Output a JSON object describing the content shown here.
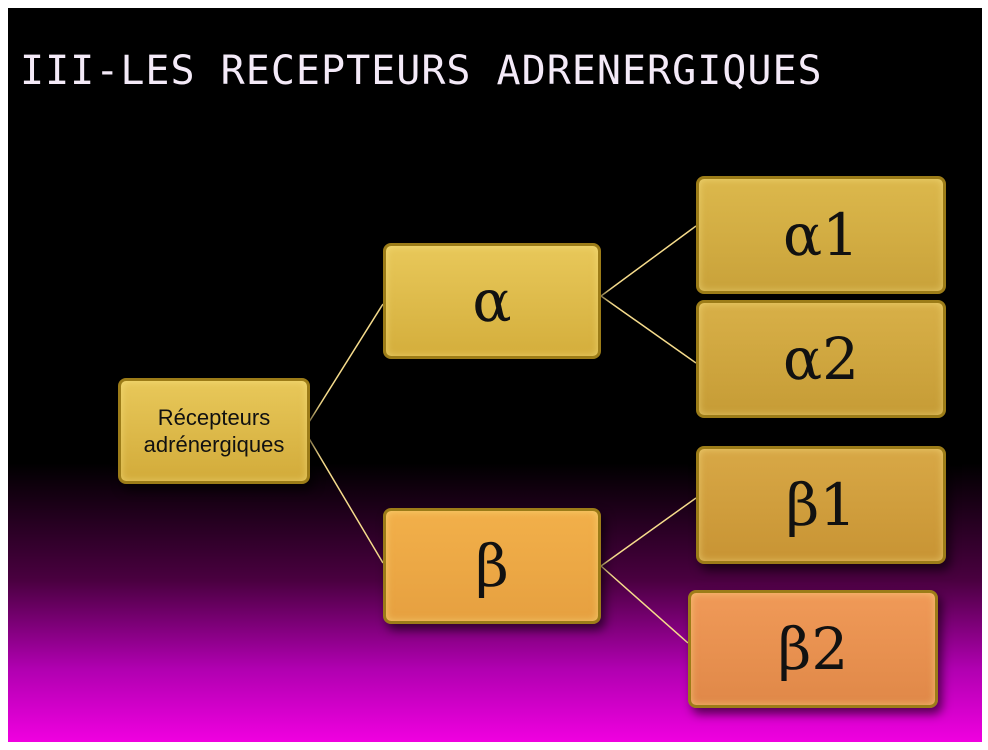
{
  "slide": {
    "title": "III-LES RECEPTEURS ADRENERGIQUES"
  },
  "diagram": {
    "root": {
      "line1": "Récepteurs",
      "line2": "adrénergiques"
    },
    "alpha": "α",
    "beta": "β",
    "alpha1": "α1",
    "alpha2": "α2",
    "beta1": "β1",
    "beta2": "β2",
    "connector_color": "#f6dc8c"
  }
}
